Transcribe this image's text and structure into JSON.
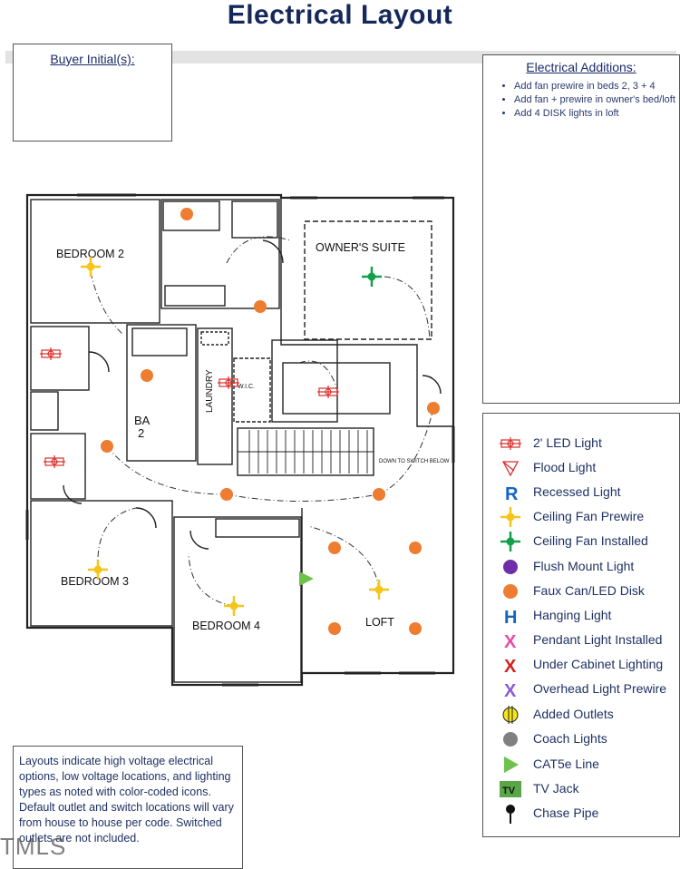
{
  "title": "Electrical Layout",
  "buyer_box": {
    "label": "Buyer Initial(s):"
  },
  "additions": {
    "heading": "Electrical Additions:",
    "items": [
      "Add fan prewire in beds 2, 3 + 4",
      "Add fan + prewire in owner's bed/loft",
      "Add 4 DISK lights in loft"
    ]
  },
  "rooms": {
    "bedroom2": "BEDROOM 2",
    "owners_suite": "OWNER'S SUITE",
    "laundry": "LAUNDRY",
    "walk_in_closet": "W.I.C.",
    "bath2": "BA",
    "bath2_num": "2",
    "bedroom3": "BEDROOM 3",
    "bedroom4": "BEDROOM 4",
    "loft": "LOFT",
    "stair_note": "DOWN TO SWITCH BELOW"
  },
  "legend": [
    {
      "icon": "led-light-icon",
      "label": "2' LED Light"
    },
    {
      "icon": "flood-light-icon",
      "label": "Flood Light"
    },
    {
      "icon": "recessed-light-icon",
      "label": "Recessed Light",
      "glyph": "R"
    },
    {
      "icon": "ceiling-fan-prewire-icon",
      "label": "Ceiling Fan Prewire"
    },
    {
      "icon": "ceiling-fan-installed-icon",
      "label": "Ceiling Fan Installed"
    },
    {
      "icon": "flush-mount-light-icon",
      "label": "Flush Mount Light"
    },
    {
      "icon": "faux-can-led-disk-icon",
      "label": "Faux Can/LED Disk"
    },
    {
      "icon": "hanging-light-icon",
      "label": "Hanging Light",
      "glyph": "H"
    },
    {
      "icon": "pendant-light-installed-icon",
      "label": "Pendant Light Installed",
      "glyph": "X"
    },
    {
      "icon": "under-cabinet-lighting-icon",
      "label": "Under Cabinet Lighting",
      "glyph": "X"
    },
    {
      "icon": "overhead-light-prewire-icon",
      "label": "Overhead Light Prewire",
      "glyph": "X"
    },
    {
      "icon": "added-outlets-icon",
      "label": "Added Outlets"
    },
    {
      "icon": "coach-lights-icon",
      "label": "Coach Lights"
    },
    {
      "icon": "cat5e-line-icon",
      "label": "CAT5e Line"
    },
    {
      "icon": "tv-jack-icon",
      "label": "TV Jack",
      "glyph": "TV"
    },
    {
      "icon": "chase-pipe-icon",
      "label": "Chase Pipe"
    }
  ],
  "note": "Layouts indicate high voltage electrical options, low voltage locations, and lighting types as noted with color-coded icons. Default outlet and switch locations will vary from house to house per code. Switched outlets are not included.",
  "watermark": "TMLS",
  "colors": {
    "title": "#14285a",
    "orange": "#ee7d31",
    "yellow": "#f5c518",
    "green": "#12a04a",
    "purple": "#6f2da8",
    "blue": "#1565c0",
    "pink": "#e84ba8",
    "red": "#d81e1e",
    "violet": "#8a5bd6",
    "gray": "#808080",
    "cat5e": "#6cc24a",
    "led_red": "#d9302c"
  }
}
